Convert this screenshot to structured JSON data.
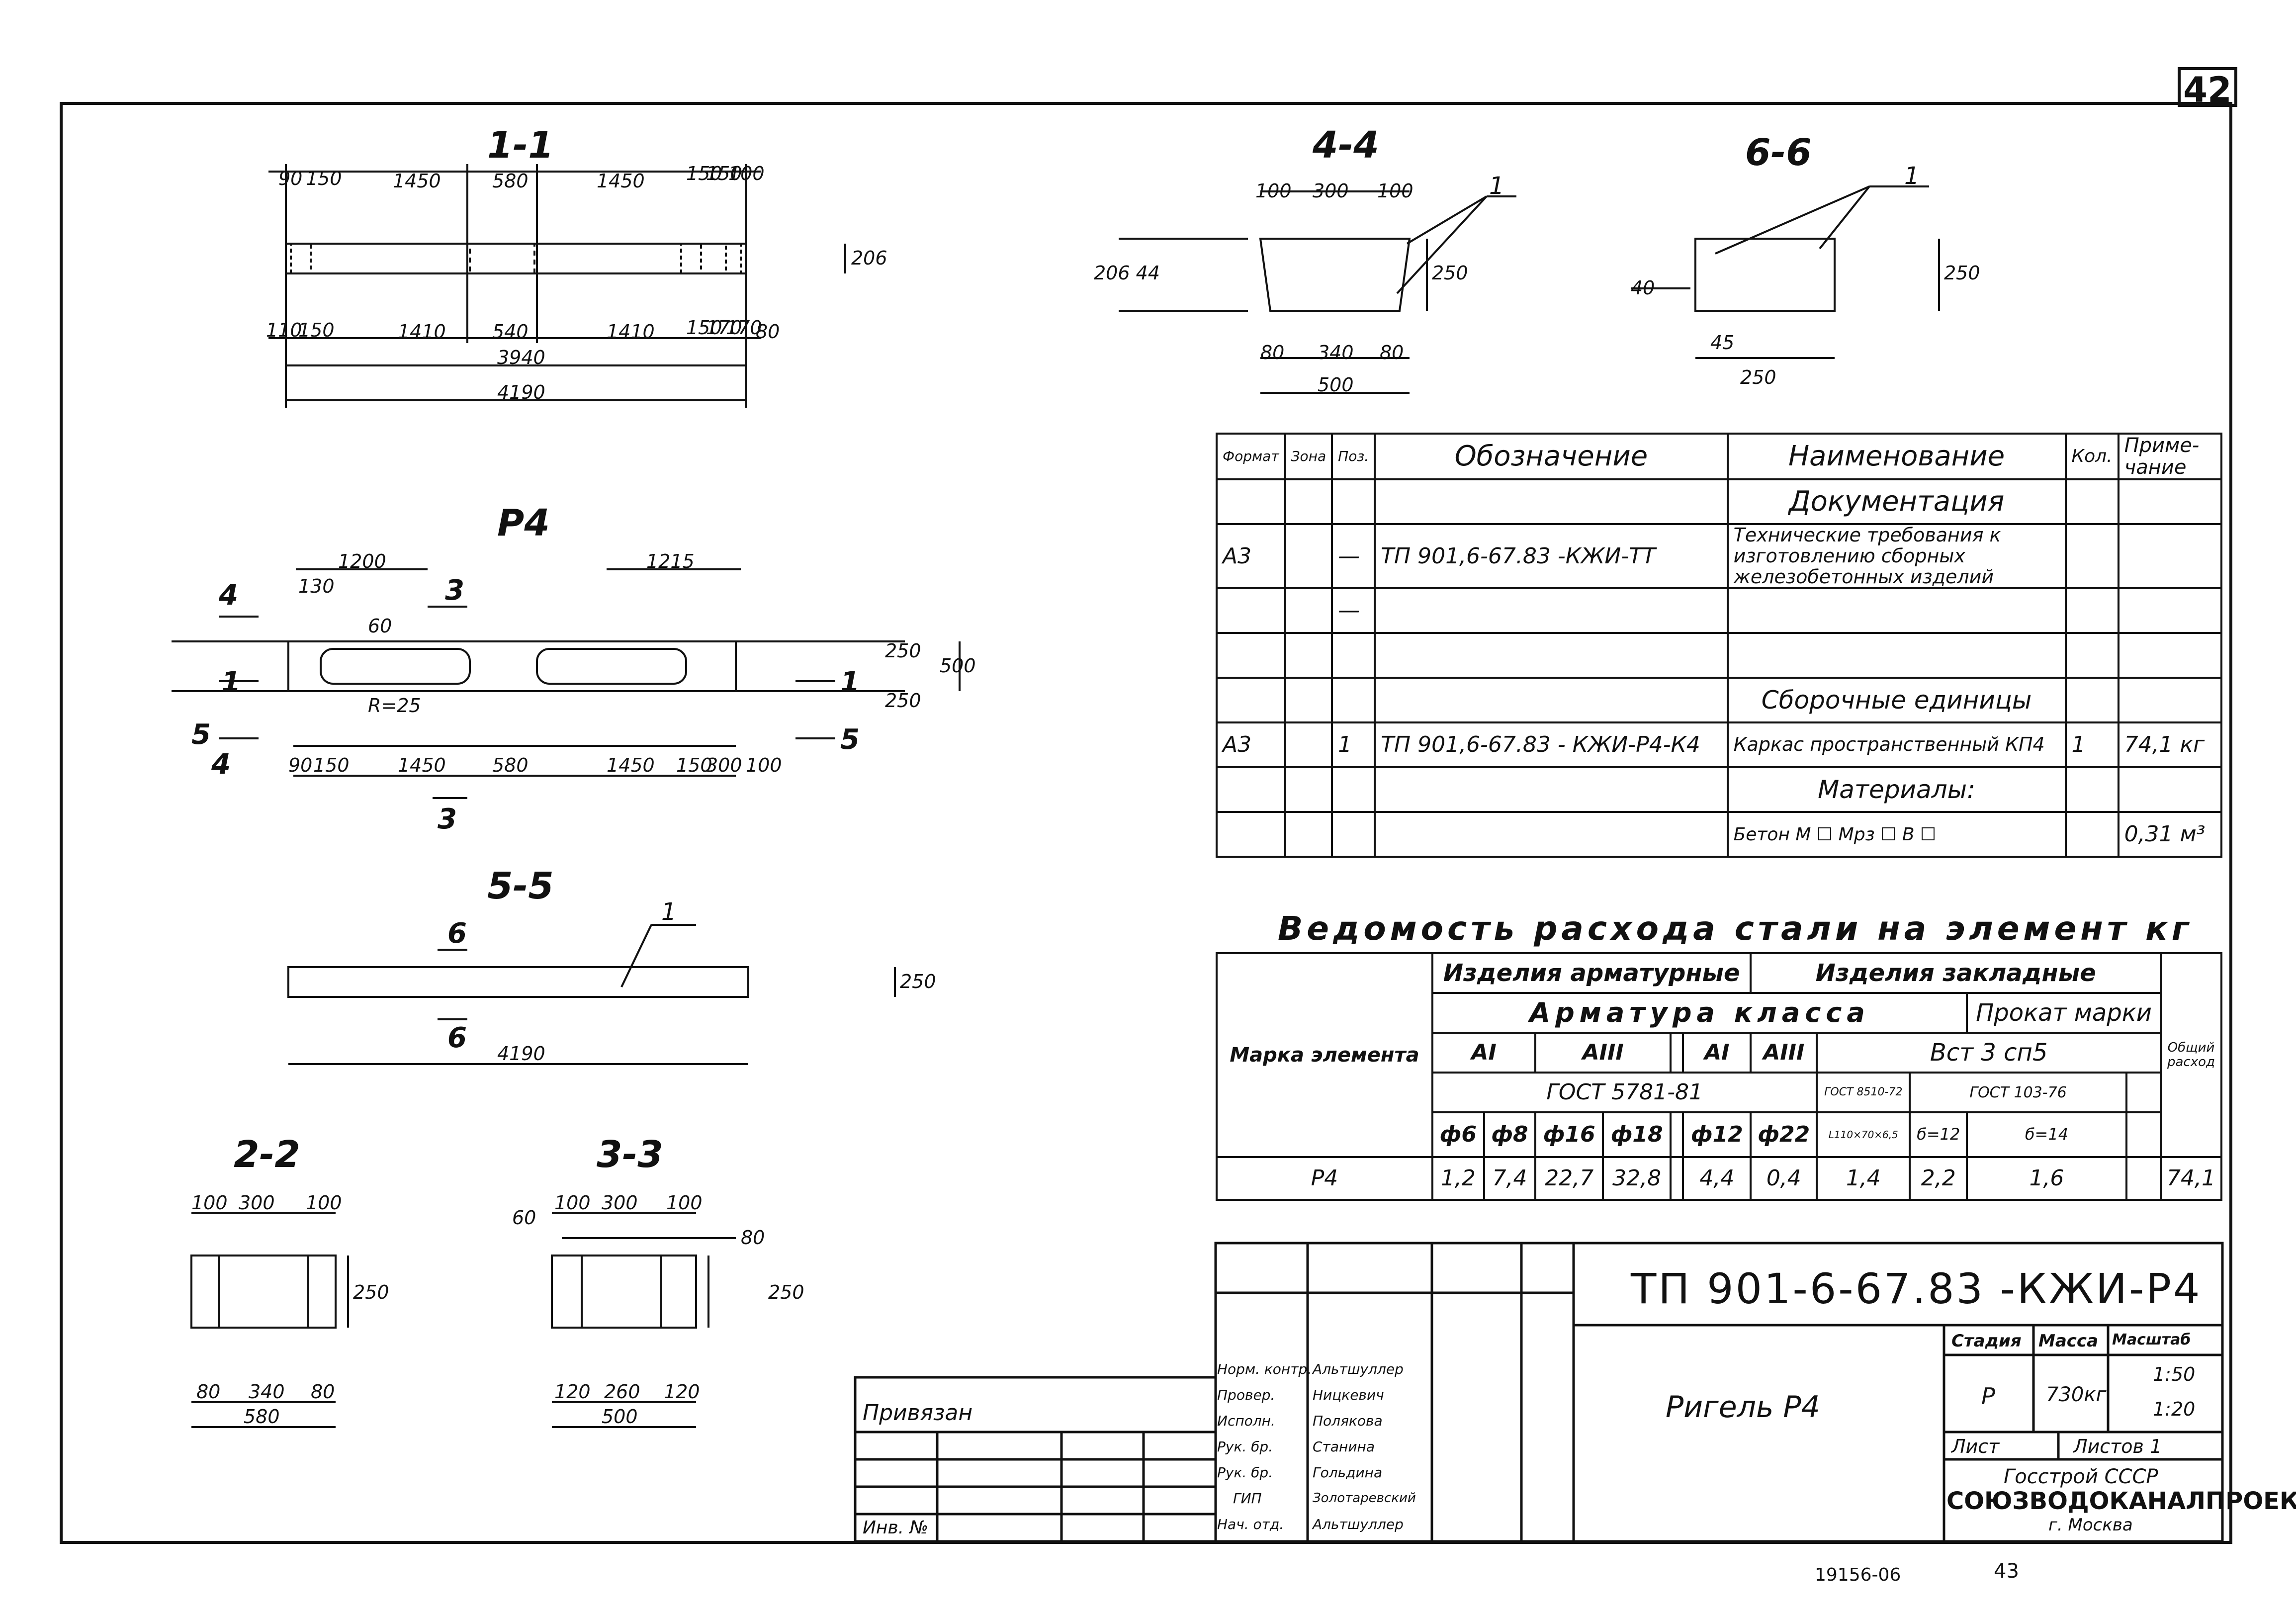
{
  "page_number": "42",
  "sections": {
    "s11": "1-1",
    "s44": "4-4",
    "s66": "6-6",
    "p4": "Р4",
    "s55": "5-5",
    "s22": "2-2",
    "s33": "3-3"
  },
  "dims": {
    "s11_top": [
      "90",
      "150",
      "1450",
      "580",
      "1450",
      "150",
      "150",
      "100"
    ],
    "s11_bottom": [
      "110",
      "150",
      "1410",
      "540",
      "1410",
      "150",
      "170",
      "170",
      "80"
    ],
    "s11_total1": "3940",
    "s11_total2": "4190",
    "s11_side": "206",
    "s44_top": [
      "100",
      "300",
      "100"
    ],
    "s44_bottom": [
      "80",
      "340",
      "80"
    ],
    "s44_total": "500",
    "s44_h": "250",
    "s44_left": "206 44",
    "s66_w": "250",
    "s66_h": "250",
    "s66_45": "45",
    "s66_40": "40",
    "p4_1200": "1200",
    "p4_1215": "1215",
    "p4_130": "130",
    "p4_60": "60",
    "p4_r": "R=25",
    "p4_bottom": [
      "90",
      "150",
      "1450",
      "580",
      "1450",
      "150",
      "300",
      "100"
    ],
    "p4_500": "500",
    "p4_250a": "250",
    "p4_250b": "250",
    "s55_total": "4190",
    "s55_h": "250",
    "s22_top": [
      "100",
      "300",
      "100"
    ],
    "s22_bottom": [
      "80",
      "340",
      "80"
    ],
    "s22_total": "580",
    "s22_h": "250",
    "s33_top": [
      "100",
      "300",
      "100"
    ],
    "s33_bottom": [
      "120",
      "260",
      "120"
    ],
    "s33_total": "500",
    "s33_h": "250",
    "s33_60": "60",
    "s33_80": "80"
  },
  "leader_1": "1",
  "section_marks": {
    "n3": "3",
    "n4": "4",
    "n5": "5",
    "n6": "6",
    "n1": "1"
  },
  "spec": {
    "headers": {
      "format": "Формат",
      "zone": "Зона",
      "pos": "Поз.",
      "designation": "Обозначение",
      "name": "Наименование",
      "qty": "Кол.",
      "note": "Приме-чание"
    },
    "rows": [
      {
        "format": "",
        "zone": "",
        "pos": "",
        "designation": "",
        "name": "Документация",
        "qty": "",
        "note": ""
      },
      {
        "format": "А3",
        "zone": "",
        "pos": "—",
        "designation": "ТП 901,6-67.83 -КЖИ-ТТ",
        "name": "Технические требования к изготовлению сборных железобетонных изделий",
        "qty": "",
        "note": ""
      },
      {
        "format": "",
        "zone": "",
        "pos": "—",
        "designation": "",
        "name": "",
        "qty": "",
        "note": ""
      },
      {
        "format": "",
        "zone": "",
        "pos": "",
        "designation": "",
        "name": "",
        "qty": "",
        "note": ""
      },
      {
        "format": "",
        "zone": "",
        "pos": "",
        "designation": "",
        "name": "Сборочные единицы",
        "qty": "",
        "note": ""
      },
      {
        "format": "А3",
        "zone": "",
        "pos": "1",
        "designation": "ТП 901,6-67.83 - КЖИ-Р4-К4",
        "name": "Каркас пространственный КП4",
        "qty": "1",
        "note": "74,1 кг"
      },
      {
        "format": "",
        "zone": "",
        "pos": "",
        "designation": "",
        "name": "Материалы:",
        "qty": "",
        "note": ""
      },
      {
        "format": "",
        "zone": "",
        "pos": "",
        "designation": "",
        "name": "Бетон М ☐ Мрз ☐ В ☐",
        "qty": "",
        "note": "0,31 м³"
      }
    ]
  },
  "steel": {
    "title": "Ведомость расхода стали на элемент кг",
    "mark_label": "Марка элемента",
    "total_label": "Общий расход",
    "g1": "Изделия арматурные",
    "g2": "Изделия закладные",
    "arm_class": "Арматура класса",
    "prokat": "Прокат марки",
    "cls_a1": "АI",
    "cls_a3": "АIII",
    "cls_a1b": "АI",
    "cls_a3b": "АIII",
    "vst": "Вст 3 сп5",
    "gost5781": "ГОСТ 5781-81",
    "gost8510": "ГОСТ 8510-72",
    "gost103": "ГОСТ 103-76",
    "diam": [
      "ф6",
      "ф8",
      "ф16",
      "ф18",
      "",
      "ф12",
      "ф22",
      "L110×70×6,5",
      "б=12",
      "б=14",
      ""
    ],
    "row_mark": "Р4",
    "values": [
      "1,2",
      "7,4",
      "22,7",
      "32,8",
      "",
      "4,4",
      "0,4",
      "1,4",
      "2,2",
      "1,6",
      ""
    ],
    "total": "74,1"
  },
  "title_block": {
    "doc": "ТП 901-6-67.83 -КЖИ-Р4",
    "name": "Ригель Р4",
    "stage_h": "Стадия",
    "mass_h": "Масса",
    "scale_h": "Масштаб",
    "stage": "Р",
    "mass": "730кг",
    "scale1": "1:50",
    "scale2": "1:20",
    "sheet": "Лист",
    "sheets": "Листов 1",
    "org1": "Госстрой СССР",
    "org2": "СОЮЗВОДОКАНАЛПРОЕКТ",
    "org3": "г. Москва",
    "roles": [
      {
        "role": "Норм. контр.",
        "name": "Альтшуллер"
      },
      {
        "role": "Провер.",
        "name": "Ницкевич"
      },
      {
        "role": "Исполн.",
        "name": "Полякова"
      },
      {
        "role": "Рук. бр.",
        "name": "Станина"
      },
      {
        "role": "Рук. бр.",
        "name": "Гольдина"
      },
      {
        "role": "ГИП",
        "name": "Золотаревский"
      },
      {
        "role": "Нач. отд.",
        "name": "Альтшуллер"
      }
    ],
    "privyazan": "Привязан",
    "inv": "Инв. №"
  },
  "footer_code": "19156-06",
  "footer_page": "43"
}
